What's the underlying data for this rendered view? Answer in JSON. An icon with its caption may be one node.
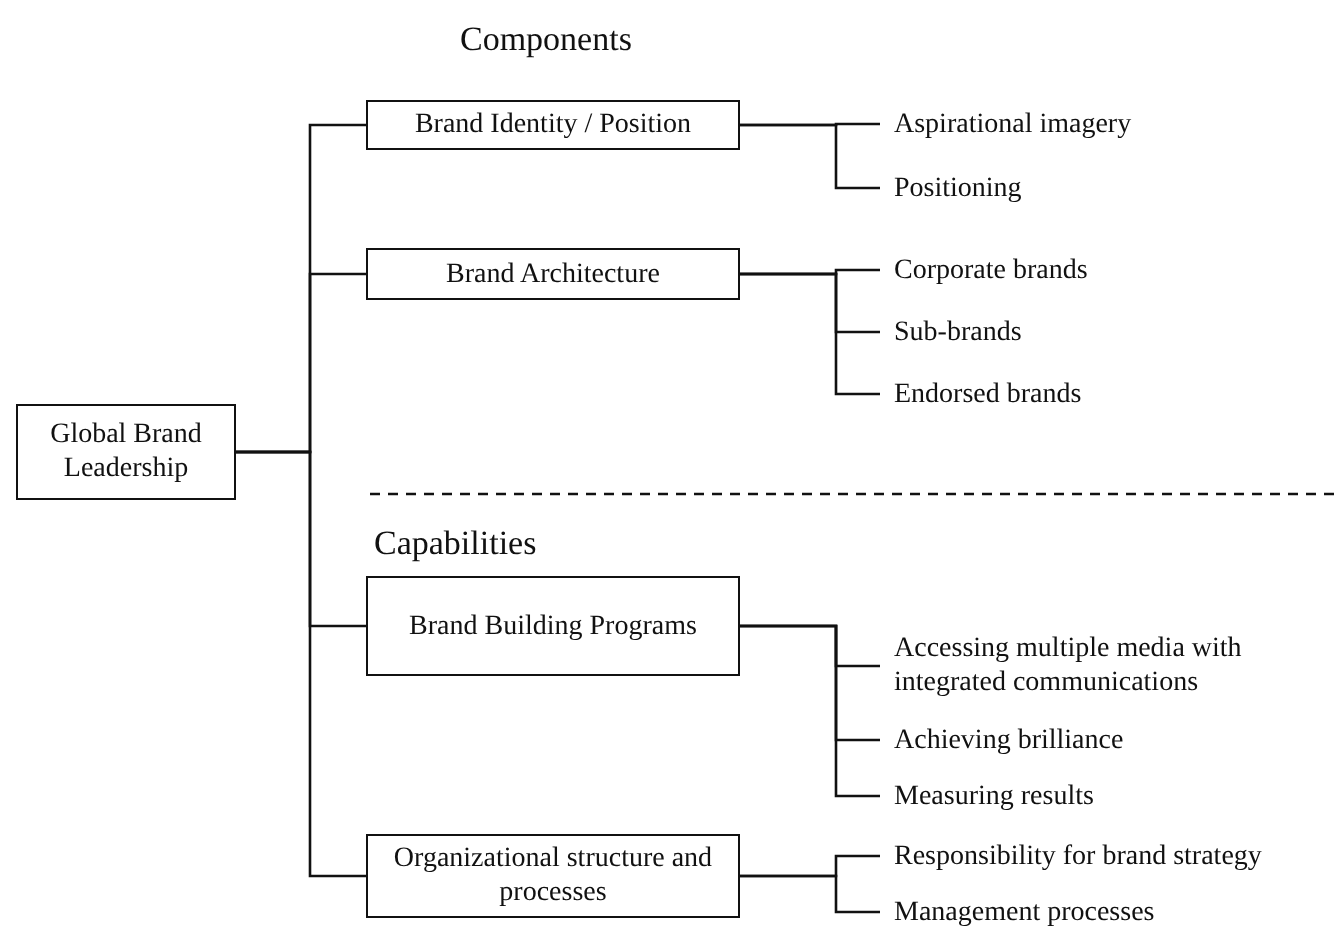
{
  "diagram": {
    "nodes": [
      {
        "text": [
          "Global Brand Leadership"
        ]
      },
      {
        "text": [
          "Brand Identity / Position"
        ]
      },
      {
        "text": [
          "Aspirational imagery"
        ]
      },
      {
        "text": [
          "Positioning"
        ]
      },
      {
        "text": [
          "Brand Architecture"
        ]
      },
      {
        "text": [
          "Corporate brands"
        ]
      },
      {
        "text": [
          "Sub-brands"
        ]
      },
      {
        "text": [
          "Endorsed brands"
        ]
      },
      {
        "text": [
          "Brand Building Programs"
        ]
      },
      {
        "text": [
          "Accessing multiple media with integrated communications"
        ]
      },
      {
        "text": [
          "Achieving brilliance"
        ]
      },
      {
        "text": [
          "Measuring results"
        ]
      },
      {
        "text": [
          "Organizational structure and processes"
        ]
      },
      {
        "text": [
          "Responsibility for brand strategy"
        ]
      },
      {
        "text": [
          "Management processes"
        ]
      }
    ],
    "edges": [
      {
        "from": 0,
        "to": 1,
        "arrow": "none"
      },
      {
        "from": 0,
        "to": 4,
        "arrow": "none"
      },
      {
        "from": 0,
        "to": 8,
        "arrow": "none"
      },
      {
        "from": 0,
        "to": 12,
        "arrow": "none"
      },
      {
        "from": 1,
        "to": 2,
        "arrow": "none"
      },
      {
        "from": 1,
        "to": 3,
        "arrow": "none"
      },
      {
        "from": 4,
        "to": 5,
        "arrow": "none"
      },
      {
        "from": 4,
        "to": 6,
        "arrow": "none"
      },
      {
        "from": 4,
        "to": 7,
        "arrow": "none"
      },
      {
        "from": 8,
        "to": 9,
        "arrow": "none"
      },
      {
        "from": 8,
        "to": 10,
        "arrow": "none"
      },
      {
        "from": 8,
        "to": 11,
        "arrow": "none"
      },
      {
        "from": 12,
        "to": 13,
        "arrow": "none"
      },
      {
        "from": 12,
        "to": 14,
        "arrow": "none"
      }
    ],
    "labels": [
      "Components",
      "Capabilities"
    ]
  }
}
